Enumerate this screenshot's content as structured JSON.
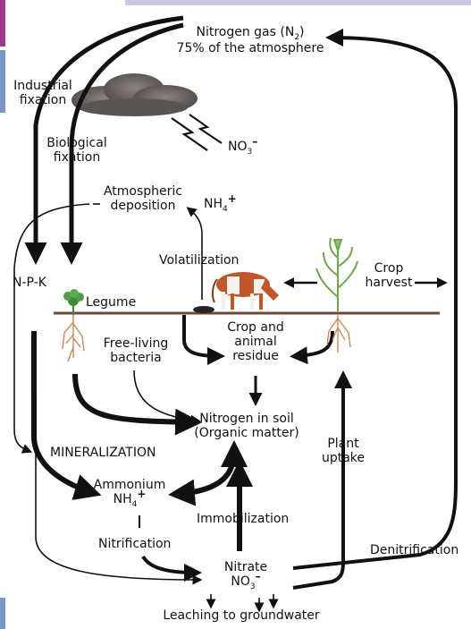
{
  "diagram": {
    "nitrogen_gas": {
      "line1_text": "Nitrogen gas (N",
      "line1_sub": "2",
      "line1_end": ")",
      "line2": "75% of the atmosphere"
    },
    "industrial_fixation": [
      "Industrial",
      "fixation"
    ],
    "biological_fixation": [
      "Biological",
      "fixation"
    ],
    "no3_top": {
      "text": "NO",
      "sub": "3",
      "sup": "–"
    },
    "atmospheric_deposition": [
      "Atmospheric",
      "deposition"
    ],
    "nh4_top": {
      "text": "NH",
      "sub": "4",
      "sup": "+"
    },
    "volatilization": "Volatilization",
    "crop_harvest": [
      "Crop",
      "harvest"
    ],
    "npk": "N-P-K",
    "legume": "Legume",
    "crop_animal_residue": [
      "Crop and",
      "animal",
      "residue"
    ],
    "free_living_bacteria": [
      "Free-living",
      "bacteria"
    ],
    "nitrogen_in_soil": [
      "Nitrogen in soil",
      "(Organic matter)"
    ],
    "mineralization": "MINERALIZATION",
    "plant_uptake": [
      "Plant",
      "uptake"
    ],
    "ammonium": {
      "word": "Ammonium",
      "text": "NH",
      "sub": "4",
      "sup": "+"
    },
    "immobilization": "Immobilization",
    "nitrification": "Nitrification",
    "nitrate": {
      "word": "Nitrate",
      "text": "NO",
      "sub": "3",
      "sup": "–"
    },
    "denitrification": "Denitrification",
    "leaching": "Leaching to groundwater"
  },
  "colors": {
    "arrow": "#111111",
    "soil_line": "#6b4a3a",
    "cloud": "#6a6464",
    "cow_body": "#c0562a",
    "cow_white": "#f4f0ea",
    "legume_leaf": "#3f8a3a",
    "roots": "#c98a5a",
    "corn": "#6fa84e",
    "left_bar_purple": "#9b3a8c",
    "left_bar_blue": "#7e96c4",
    "top_bar_lavender": "#cfc6e6"
  }
}
